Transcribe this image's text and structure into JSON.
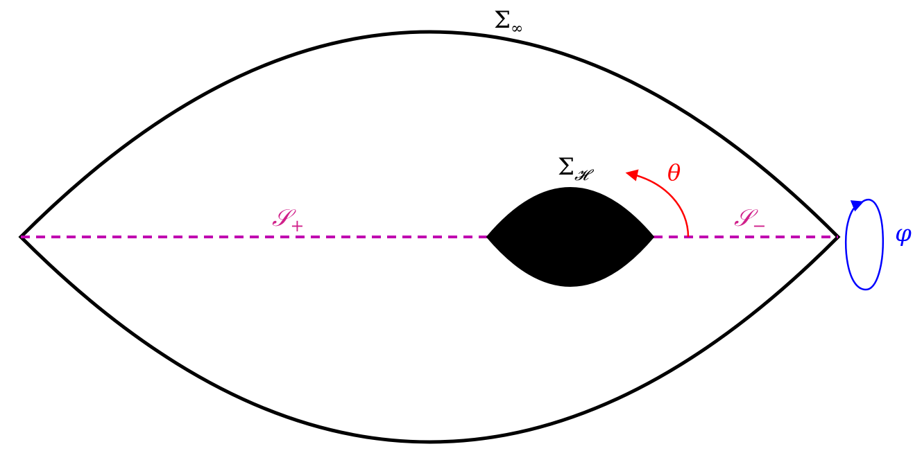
{
  "labels": {
    "outer_boundary": {
      "main": "Σ",
      "sub": "∞"
    },
    "horizon": {
      "main": "Σ",
      "sub": "𝓗"
    },
    "axis_plus": {
      "main": "𝒮",
      "sub": "+"
    },
    "axis_minus": {
      "main": "𝒮",
      "sub": "−"
    },
    "theta": "θ",
    "phi": "φ"
  },
  "colors": {
    "boundary": "#000000",
    "horizon_fill": "#000000",
    "axis": "#c000b0",
    "axis_label": "#d0208a",
    "theta": "#ff0000",
    "phi": "#0000ff"
  },
  "icons": {
    "theta_arrow": "curved-arrow-ccw",
    "phi_arrow": "rotation-loop-arrow"
  }
}
